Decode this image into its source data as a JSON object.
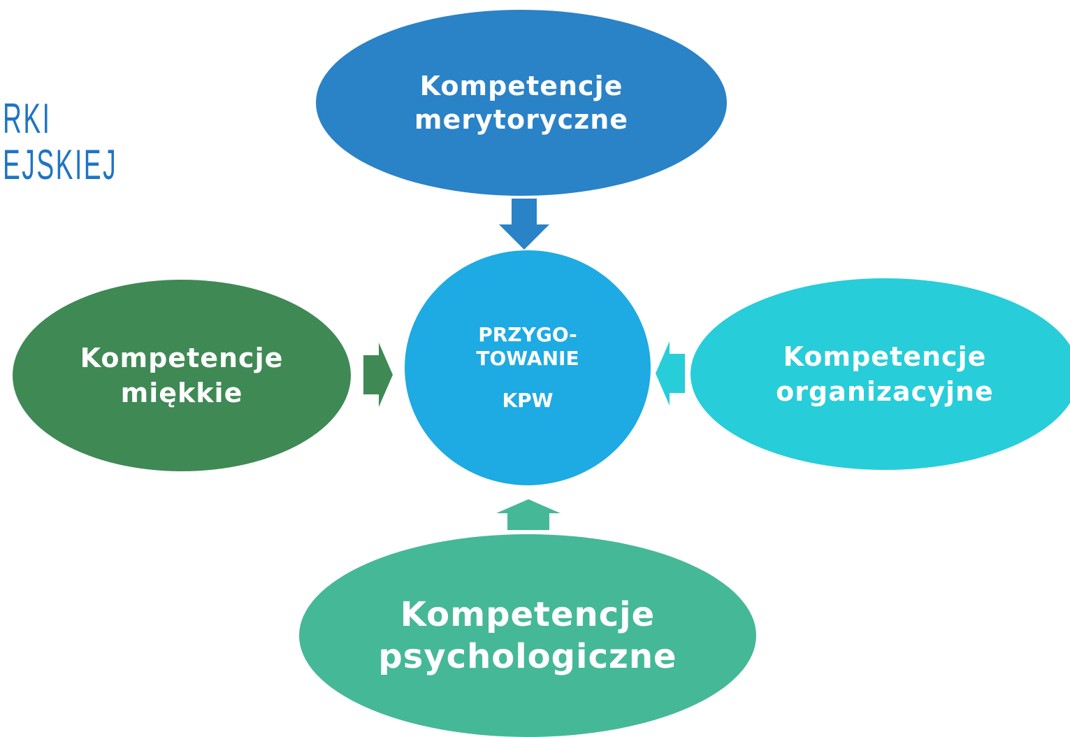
{
  "logo": {
    "line1": "RKI",
    "line2": "EJSKIEJ",
    "color": "#1e74c6"
  },
  "center": {
    "line1": "PRZYGO-",
    "line2": "TOWANIE",
    "line3": "KPW",
    "color": "#1eaae2"
  },
  "nodes": {
    "merytoryczne": {
      "line1": "Kompetencje",
      "line2": "merytoryczne",
      "color": "#2a82c7"
    },
    "miekkie": {
      "line1": "Kompetencje",
      "line2": "miękkie",
      "color": "#3f8955"
    },
    "organizacyjne": {
      "line1": "Kompetencje",
      "line2": "organizacyjne",
      "color": "#27cdd9"
    },
    "psychologiczne": {
      "line1": "Kompetencje",
      "line2": "psychologiczne",
      "color": "#45b897"
    }
  }
}
